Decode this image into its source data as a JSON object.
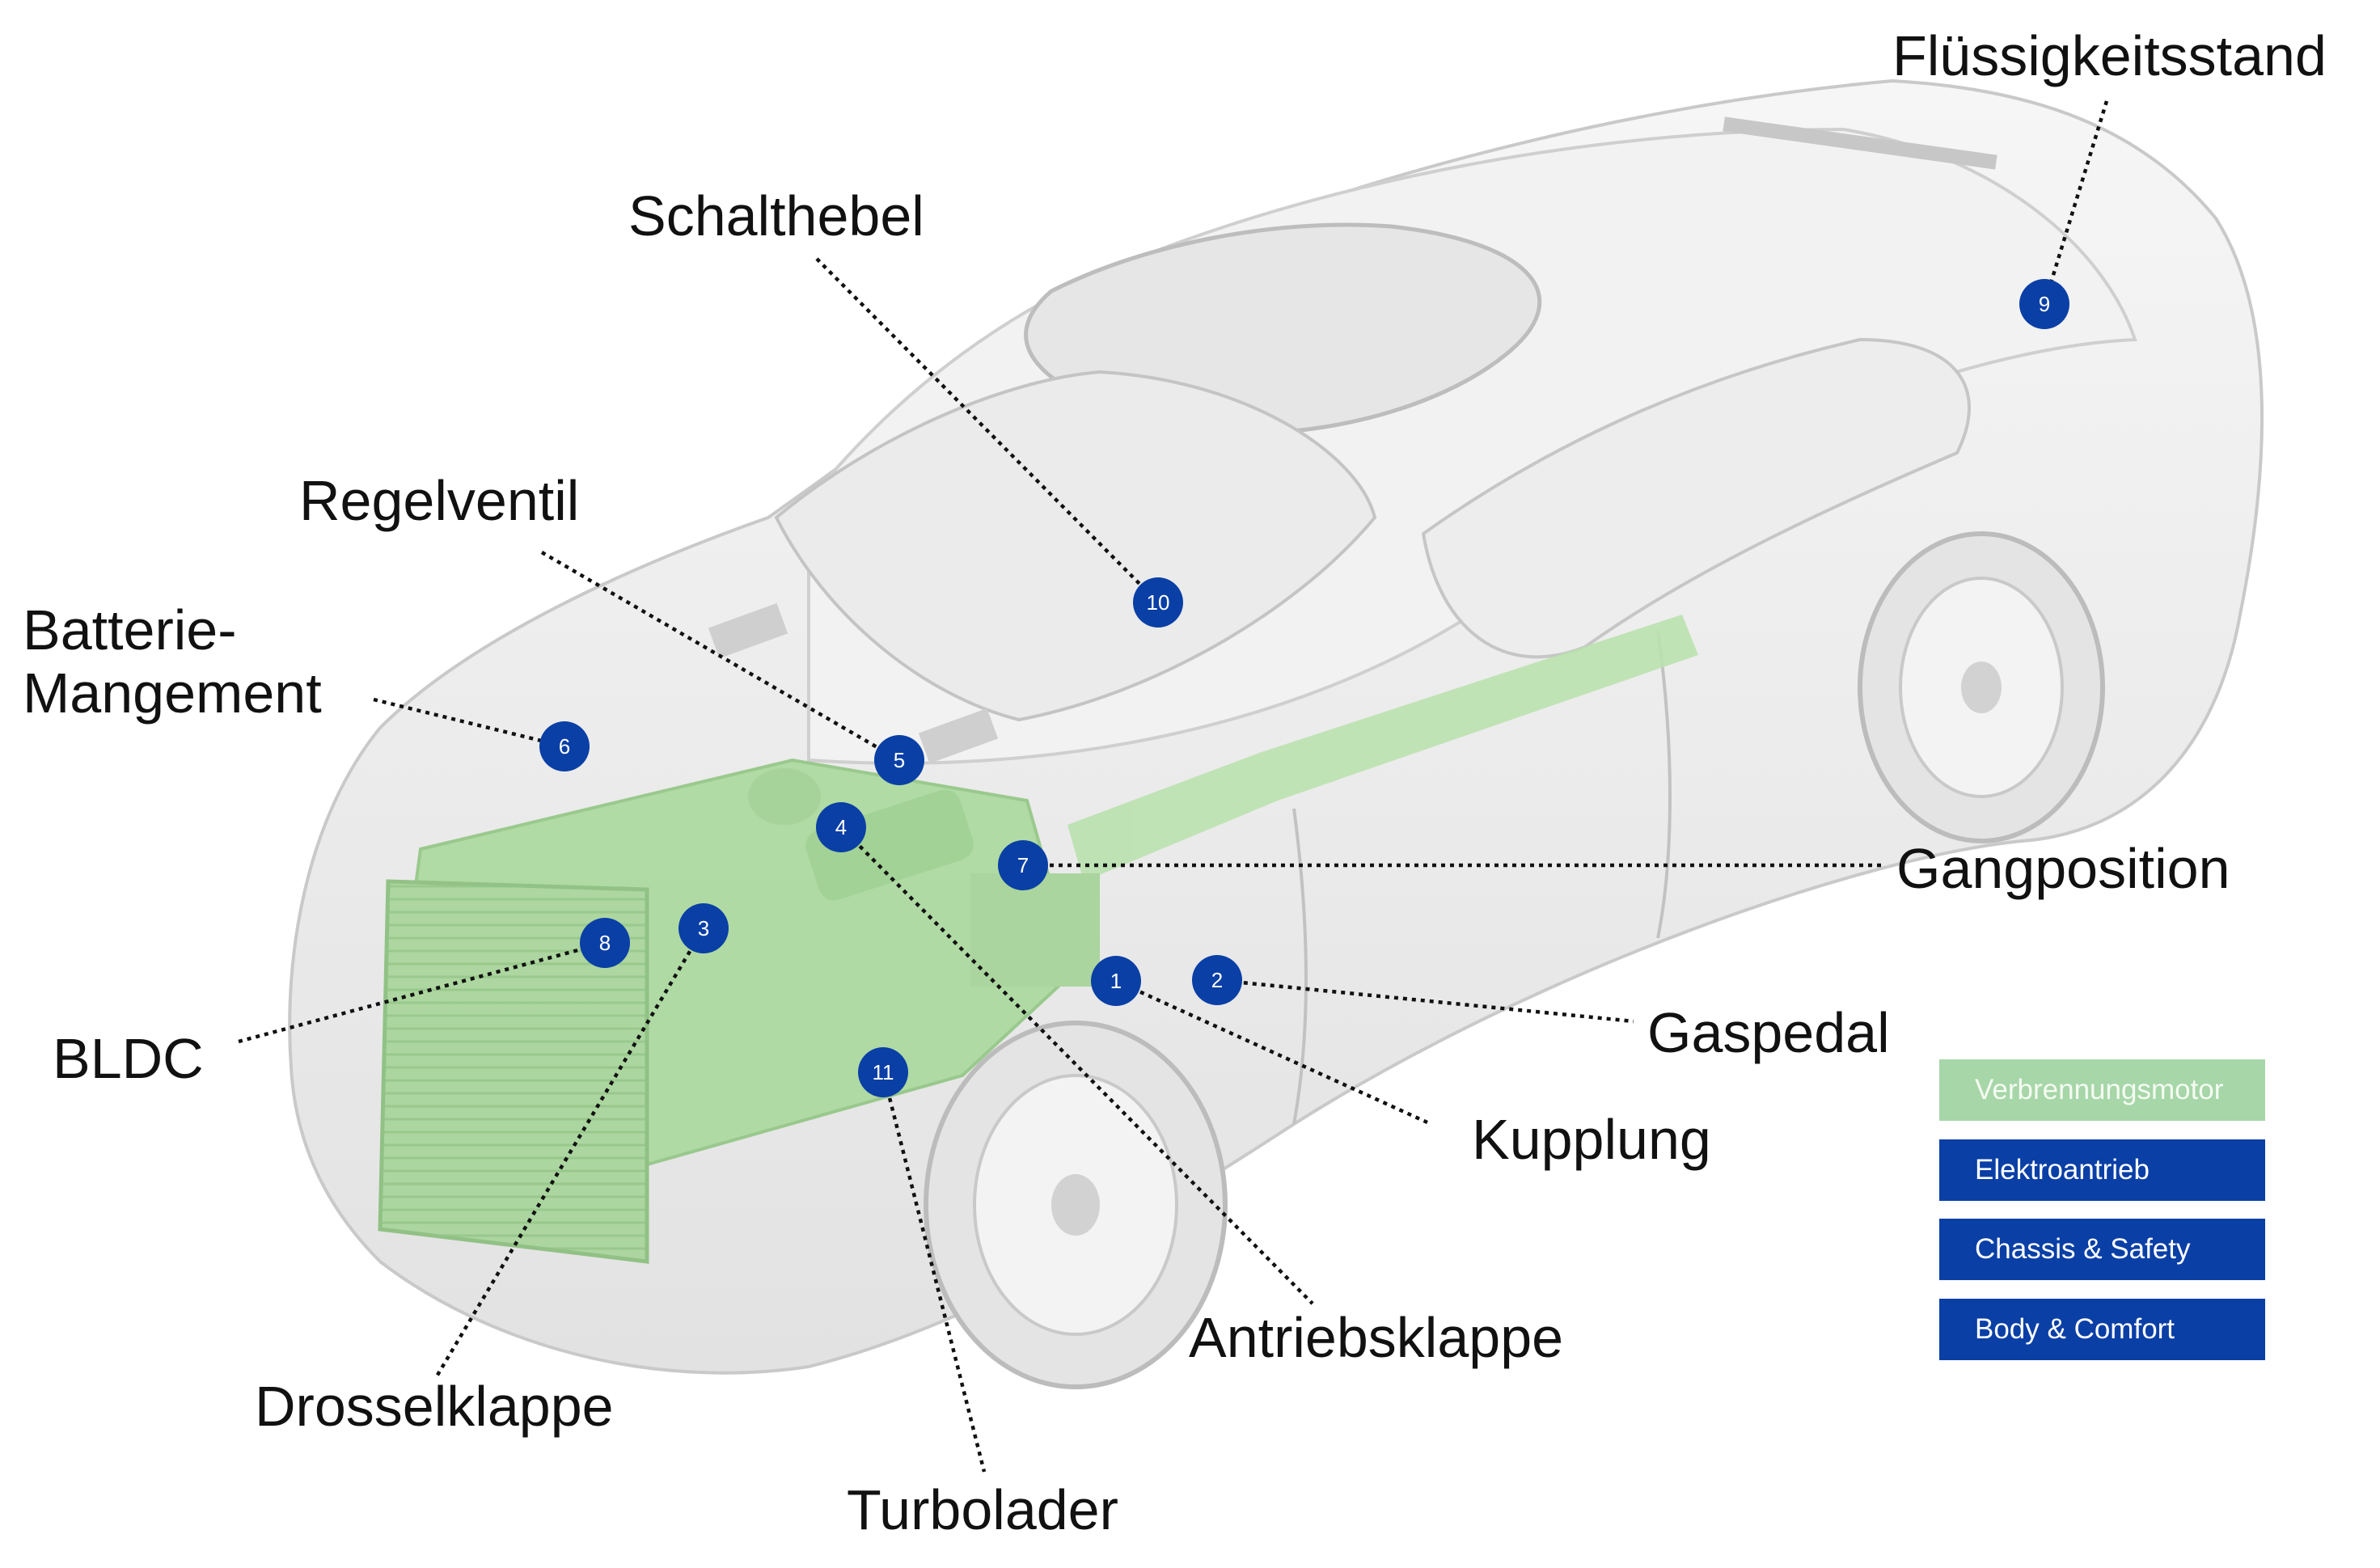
{
  "labels": {
    "fluessigkeitsstand": "Flüssigkeitsstand",
    "schalthebel": "Schalthebel",
    "regelventil": "Regelventil",
    "batterie": "Batterie-\nMangement",
    "gangposition": "Gangposition",
    "gaspedal": "Gaspedal",
    "kupplung": "Kupplung",
    "bldc": "BLDC",
    "antriebsklappe": "Antriebsklappe",
    "drosselklappe": "Drosselklappe",
    "turbolader": "Turbolader"
  },
  "markers": [
    "1",
    "2",
    "3",
    "4",
    "5",
    "6",
    "7",
    "8",
    "9",
    "10",
    "11"
  ],
  "legend": {
    "verbrennungsmotor": "Verbrennungsmotor",
    "elektroantrieb": "Elektroantrieb",
    "chassis": "Chassis & Safety",
    "body": "Body & Comfort"
  },
  "colors": {
    "marker_blue": "#0a3fa6",
    "legend_blue": "#0a3fa6",
    "legend_green": "#a7d6a8",
    "engine_green": "#a9d99b",
    "car_body": "#ececec",
    "car_outline": "#c9c9c9"
  }
}
